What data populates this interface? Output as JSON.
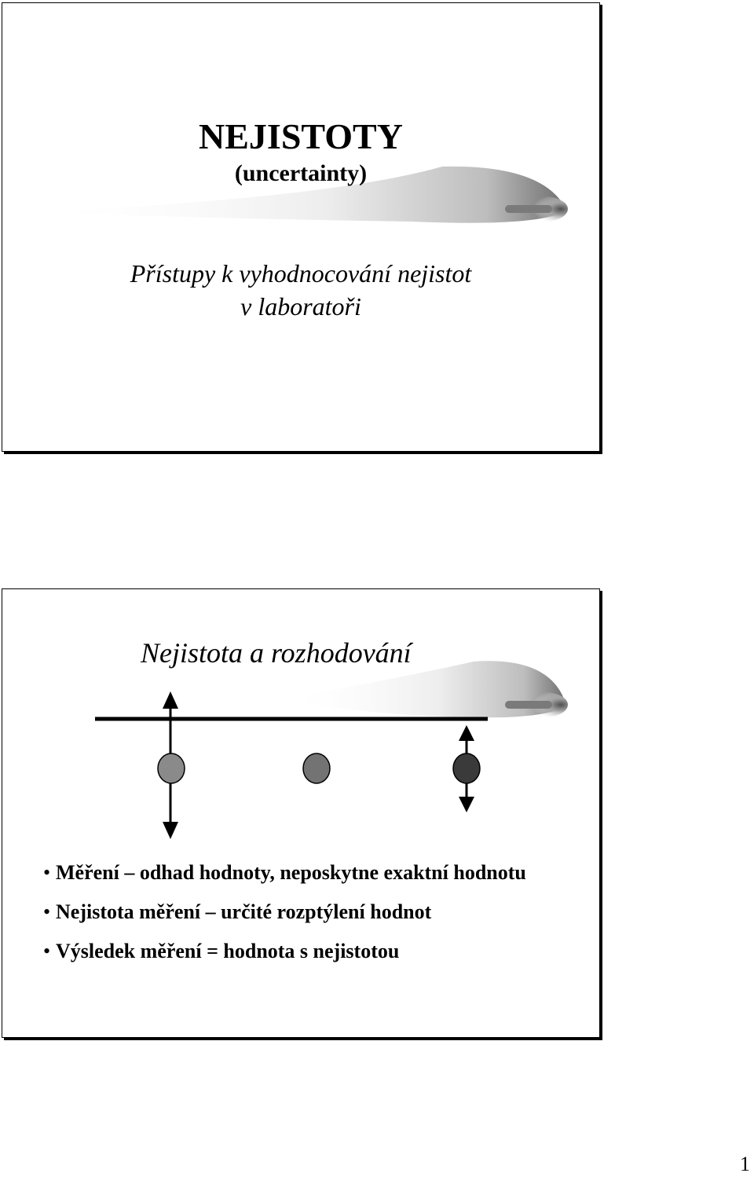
{
  "slide1": {
    "title": "NEJISTOTY",
    "subtitle": "(uncertainty)",
    "line1": "Přístupy k vyhodnocování nejistot",
    "line2": "v laboratoři"
  },
  "slide2": {
    "title": "Nejistota a rozhodování",
    "bullets": [
      {
        "dot": "•",
        "text": "Měření – odhad hodnoty, neposkytne exaktní hodnotu"
      },
      {
        "dot": "•",
        "text": "Nejistota měření – určité rozptýlení hodnot"
      },
      {
        "dot": "•",
        "text": "Výsledek měření = hodnota s nejistotou"
      }
    ],
    "circle_colors": [
      "#8a8a8a",
      "#737373",
      "#3a3a3a"
    ]
  },
  "page_number": "1"
}
